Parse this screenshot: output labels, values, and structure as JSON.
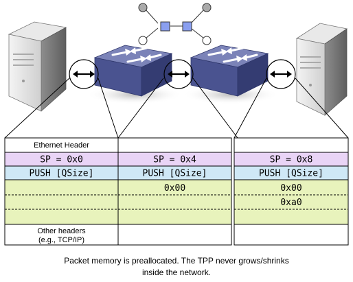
{
  "packets": [
    {
      "ethernet_header": "Ethernet Header",
      "sp": "SP = 0x0",
      "push": "PUSH [QSize]",
      "slots": [
        "",
        "",
        ""
      ],
      "other_headers_line1": "Other headers",
      "other_headers_line2": "(e.g., TCP/IP)"
    },
    {
      "ethernet_header": "",
      "sp": "SP = 0x4",
      "push": "PUSH [QSize]",
      "slots": [
        "0x00",
        "",
        ""
      ],
      "other_headers_line1": "",
      "other_headers_line2": ""
    },
    {
      "ethernet_header": "",
      "sp": "SP = 0x8",
      "push": "PUSH [QSize]",
      "slots": [
        "0x00",
        "0xa0",
        ""
      ],
      "other_headers_line1": "",
      "other_headers_line2": ""
    }
  ],
  "caption": {
    "line1": "Packet memory is preallocated.  The TPP never grows/shrinks",
    "line2": "inside the network."
  },
  "colors": {
    "sp_row": "#e9d4f6",
    "push_row": "#cfe8f6",
    "memory_rows": "#e8f3bc",
    "switch_top": "#7b83b8",
    "switch_side": "#3c4580",
    "topology_node": "#8a9ff0"
  },
  "icons": [
    "server-icon",
    "network-switch-icon",
    "bidirectional-arrow-icon",
    "topology-icon"
  ]
}
